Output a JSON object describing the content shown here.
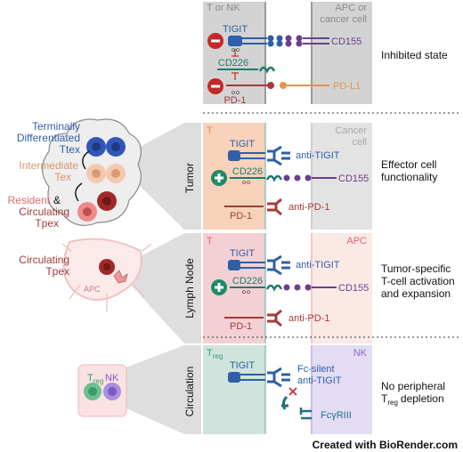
{
  "panels": {
    "inhibited": {
      "t_or_nk": "T or NK",
      "apc_or_cancer_1": "APC or",
      "apc_or_cancer_2": "cancer cell",
      "tigit": "TIGIT",
      "cd155": "CD155",
      "cd226": "CD226",
      "pdl1": "PD-L1",
      "pd1": "PD-1",
      "state": "Inhibited state"
    },
    "tumor": {
      "section": "Tumor",
      "t": "T",
      "cancer_1": "Cancer",
      "cancer_2": "cell",
      "tigit": "TIGIT",
      "anti_tigit": "anti-TIGIT",
      "cd226": "CD226",
      "cd155": "CD155",
      "pd1": "PD-1",
      "anti_pd1": "anti-PD-1",
      "outcome_1": "Effector cell",
      "outcome_2": "functionality"
    },
    "lymph": {
      "section": "Lymph Node",
      "t": "T",
      "apc": "APC",
      "tigit": "TIGIT",
      "anti_tigit": "anti-TIGIT",
      "cd226": "CD226",
      "cd155": "CD155",
      "pd1": "PD-1",
      "anti_pd1": "anti-PD-1",
      "outcome_1": "Tumor-specific",
      "outcome_2": "T-cell activation",
      "outcome_3": "and expansion"
    },
    "circulation": {
      "section": "Circulation",
      "treg_t": "T",
      "treg_sub": "reg",
      "nk": "NK",
      "tigit": "TIGIT",
      "fc_silent_1": "Fc-silent",
      "fc_silent_2": "anti-TIGIT",
      "fcgr": "FcγRIII",
      "outcome_1": "No peripheral",
      "outcome_2_t": "T",
      "outcome_2_sub": "reg",
      "outcome_2_rest": "depletion"
    }
  },
  "left": {
    "terminally_1": "Terminally",
    "terminally_2": "Differentiated",
    "terminally_3": "Ttex",
    "intermediate_1": "Intermediate",
    "intermediate_2": "Tex",
    "resident_1": "Resident",
    "resident_amp": "&",
    "resident_2": "Circulating",
    "resident_3": "Tpex",
    "circulating_1": "Circulating",
    "circulating_2": "Tpex",
    "apc": "APC",
    "treg_t": "T",
    "treg_sub": "reg",
    "nk": "NK"
  },
  "footer": "Created with BioRender.com",
  "colors": {
    "tigit_blue": "#2e5fa8",
    "cd226_teal": "#1f7a6c",
    "cd155_purple": "#6b3f8c",
    "pd1_red": "#a33a3a",
    "pdl1_orange": "#e8914a",
    "inhibit_red": "#c62828",
    "activate_green": "#1f8a6a"
  }
}
